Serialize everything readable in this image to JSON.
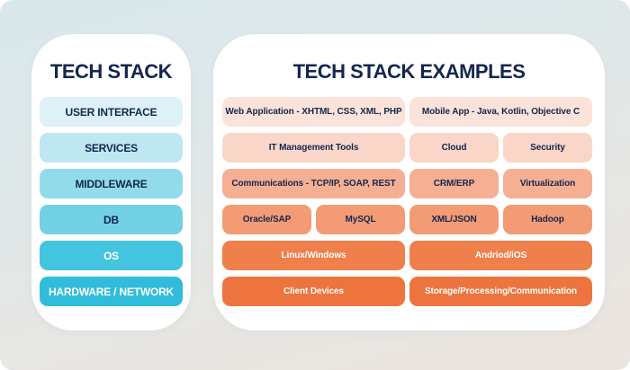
{
  "page": {
    "background_top": "#d9e8ed",
    "background_bottom": "#ece4df",
    "card_color": "#ffffff",
    "title_color": "#14264e"
  },
  "left_panel": {
    "title": "TECH STACK",
    "layers": [
      {
        "label": "USER INTERFACE",
        "bg": "#ddf2f8",
        "fg": "#14264e"
      },
      {
        "label": "SERVICES",
        "bg": "#bee7f2",
        "fg": "#14264e"
      },
      {
        "label": "MIDDLEWARE",
        "bg": "#92dbeb",
        "fg": "#14264e"
      },
      {
        "label": "DB",
        "bg": "#73d1e6",
        "fg": "#14264e"
      },
      {
        "label": "OS",
        "bg": "#45c4df",
        "fg": "#ffffff"
      },
      {
        "label": "HARDWARE / NETWORK",
        "bg": "#30bcda",
        "fg": "#ffffff"
      }
    ]
  },
  "right_panel": {
    "title": "TECH STACK EXAMPLES",
    "rows": [
      {
        "bg": "#fbe3d9",
        "fg": "#14264e",
        "cells": [
          {
            "label": "Web Application - XHTML, CSS, XML, PHP"
          },
          {
            "label": "Mobile App - Java, Kotlin, Objective C"
          }
        ]
      },
      {
        "bg": "#f9d6c8",
        "fg": "#14264e",
        "cells": [
          {
            "label": "IT Management Tools"
          },
          {
            "label": "Cloud"
          },
          {
            "label": "Security"
          }
        ]
      },
      {
        "bg": "#f5af92",
        "fg": "#14264e",
        "cells": [
          {
            "label": "Communications - TCP/IP, SOAP, REST"
          },
          {
            "label": "CRM/ERP"
          },
          {
            "label": "Virtualization"
          }
        ]
      },
      {
        "bg": "#f29b74",
        "fg": "#14264e",
        "cells": [
          {
            "label": "Oracle/SAP"
          },
          {
            "label": "MySQL"
          },
          {
            "label": "XML/JSON"
          },
          {
            "label": "Hadoop"
          }
        ]
      },
      {
        "bg": "#ef7f4b",
        "fg": "#ffffff",
        "cells": [
          {
            "label": "Linux/Windows"
          },
          {
            "label": "Andriod/iOS"
          }
        ]
      },
      {
        "bg": "#ed743f",
        "fg": "#ffffff",
        "cells": [
          {
            "label": "Client Devices"
          },
          {
            "label": "Storage/Processing/Communication"
          }
        ]
      }
    ]
  }
}
